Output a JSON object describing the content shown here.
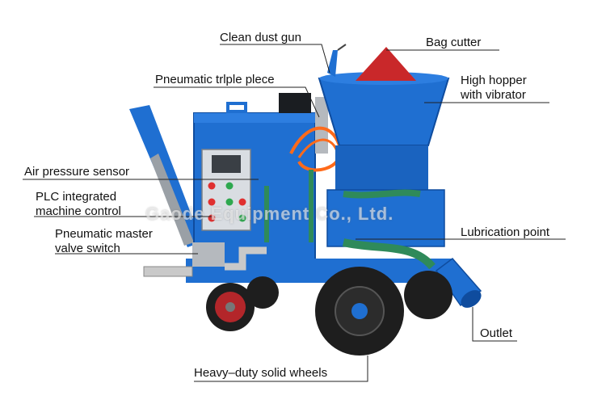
{
  "labels": {
    "clean_dust_gun": "Clean dust gun",
    "bag_cutter": "Bag cutter",
    "pneumatic_triple_piece": "Pneumatic trlple plece",
    "high_hopper_line1": "High hopper",
    "high_hopper_line2": "with vibrator",
    "air_pressure_sensor": "Air pressure sensor",
    "plc_line1": "PLC integrated",
    "plc_line2": "machine control",
    "lubrication_point": "Lubrication point",
    "pneumatic_master_line1": "Pneumatic master",
    "pneumatic_master_line2": "valve switch",
    "outlet": "Outlet",
    "wheels": "Heavy–duty solid wheels"
  },
  "watermark": "Gaode Equipment Co., Ltd.",
  "colors": {
    "machine_blue": "#1f6fd1",
    "machine_dark": "#0f4c9e",
    "cutter_red": "#c9282a",
    "wheel_red": "#b3262a",
    "tire": "#1e1e1e",
    "hose_green": "#2f8a5a",
    "coil_orange": "#ff6a1a",
    "steel": "#c9c9c9"
  }
}
